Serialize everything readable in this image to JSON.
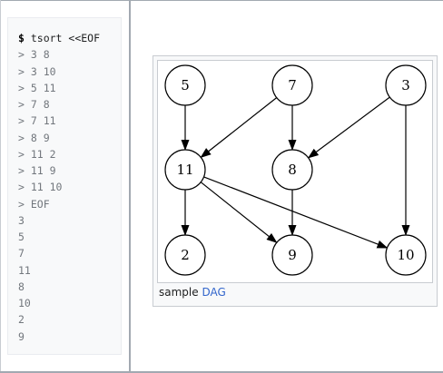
{
  "terminal": {
    "prompt": "$",
    "command": " tsort <<EOF",
    "input_lines": [
      "> 3 8",
      "> 3 10",
      "> 5 11",
      "> 7 8",
      "> 7 11",
      "> 8 9",
      "> 11 2",
      "> 11 9",
      "> 11 10",
      "> EOF"
    ],
    "output_lines": [
      "3",
      "5",
      "7",
      "11",
      "8",
      "10",
      "2",
      "9"
    ]
  },
  "figure": {
    "caption_prefix": "sample",
    "caption_link": "DAG",
    "link_color": "#3366cc",
    "nodes": [
      {
        "id": "5",
        "label": "5"
      },
      {
        "id": "7",
        "label": "7"
      },
      {
        "id": "3",
        "label": "3"
      },
      {
        "id": "11",
        "label": "11"
      },
      {
        "id": "8",
        "label": "8"
      },
      {
        "id": "2",
        "label": "2"
      },
      {
        "id": "9",
        "label": "9"
      },
      {
        "id": "10",
        "label": "10"
      }
    ],
    "edges": [
      {
        "from": "5",
        "to": "11"
      },
      {
        "from": "7",
        "to": "11"
      },
      {
        "from": "7",
        "to": "8"
      },
      {
        "from": "3",
        "to": "8"
      },
      {
        "from": "3",
        "to": "10"
      },
      {
        "from": "11",
        "to": "2"
      },
      {
        "from": "11",
        "to": "9"
      },
      {
        "from": "11",
        "to": "10"
      },
      {
        "from": "8",
        "to": "9"
      }
    ]
  }
}
